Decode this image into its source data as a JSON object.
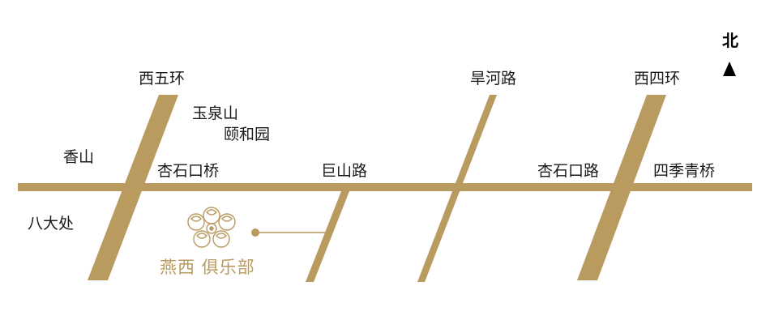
{
  "colors": {
    "road": "#b99a5f",
    "text": "#1a1a1a",
    "brand": "#b99a5f",
    "background": "#ffffff"
  },
  "compass": {
    "label": "北",
    "icon": "north-arrow-icon"
  },
  "roads": {
    "west_fifth_ring": "西五环",
    "hanhe_road": "旱河路",
    "west_fourth_ring": "西四环",
    "jushan_road": "巨山路",
    "xingshikou_road": "杏石口路",
    "main_road": "杏石口路"
  },
  "places": {
    "yuquanshan": "玉泉山",
    "summer_palace": "颐和园",
    "xiangshan": "香山",
    "xingshikou_bridge": "杏石口桥",
    "badachu": "八大处",
    "sijiqing_bridge": "四季青桥"
  },
  "brand": {
    "name": "燕西 俱乐部",
    "logo_icon": "floral-logo-icon",
    "marker_icon": "location-dot-icon"
  }
}
